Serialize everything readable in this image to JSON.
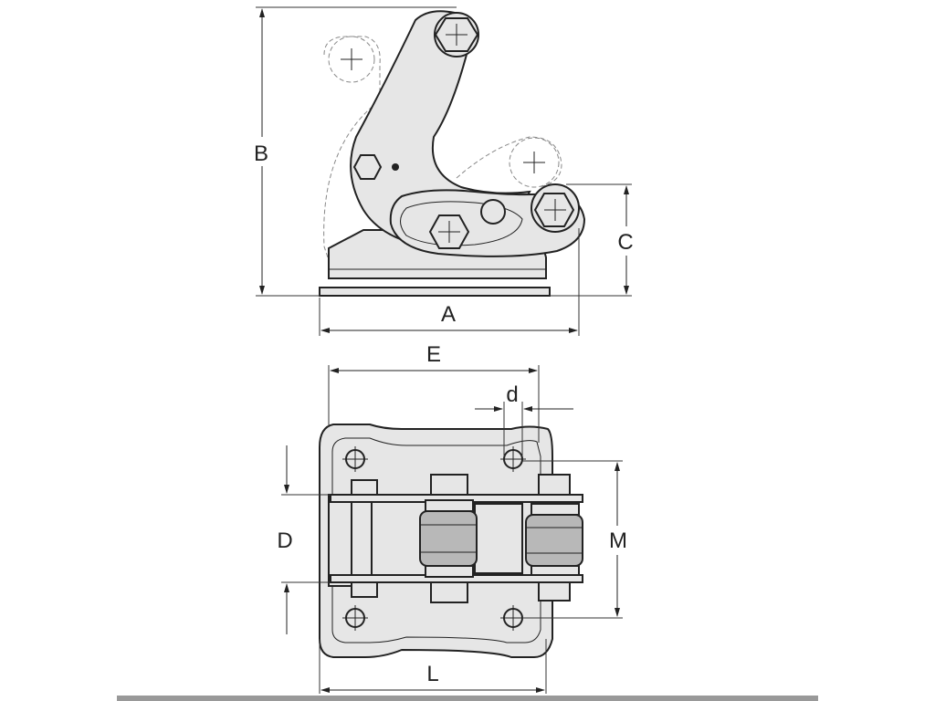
{
  "diagram": {
    "side_view_labels": {
      "A": "A",
      "B": "B",
      "C": "C"
    },
    "top_view_labels": {
      "E": "E",
      "d": "d",
      "D": "D",
      "M": "M",
      "L": "L"
    },
    "colors": {
      "line": "#222222",
      "part_fill": "#e6e6e6",
      "shade_fill": "#b8b8b8",
      "ghost_line": "#888888",
      "floor_bar": "#999999"
    }
  }
}
